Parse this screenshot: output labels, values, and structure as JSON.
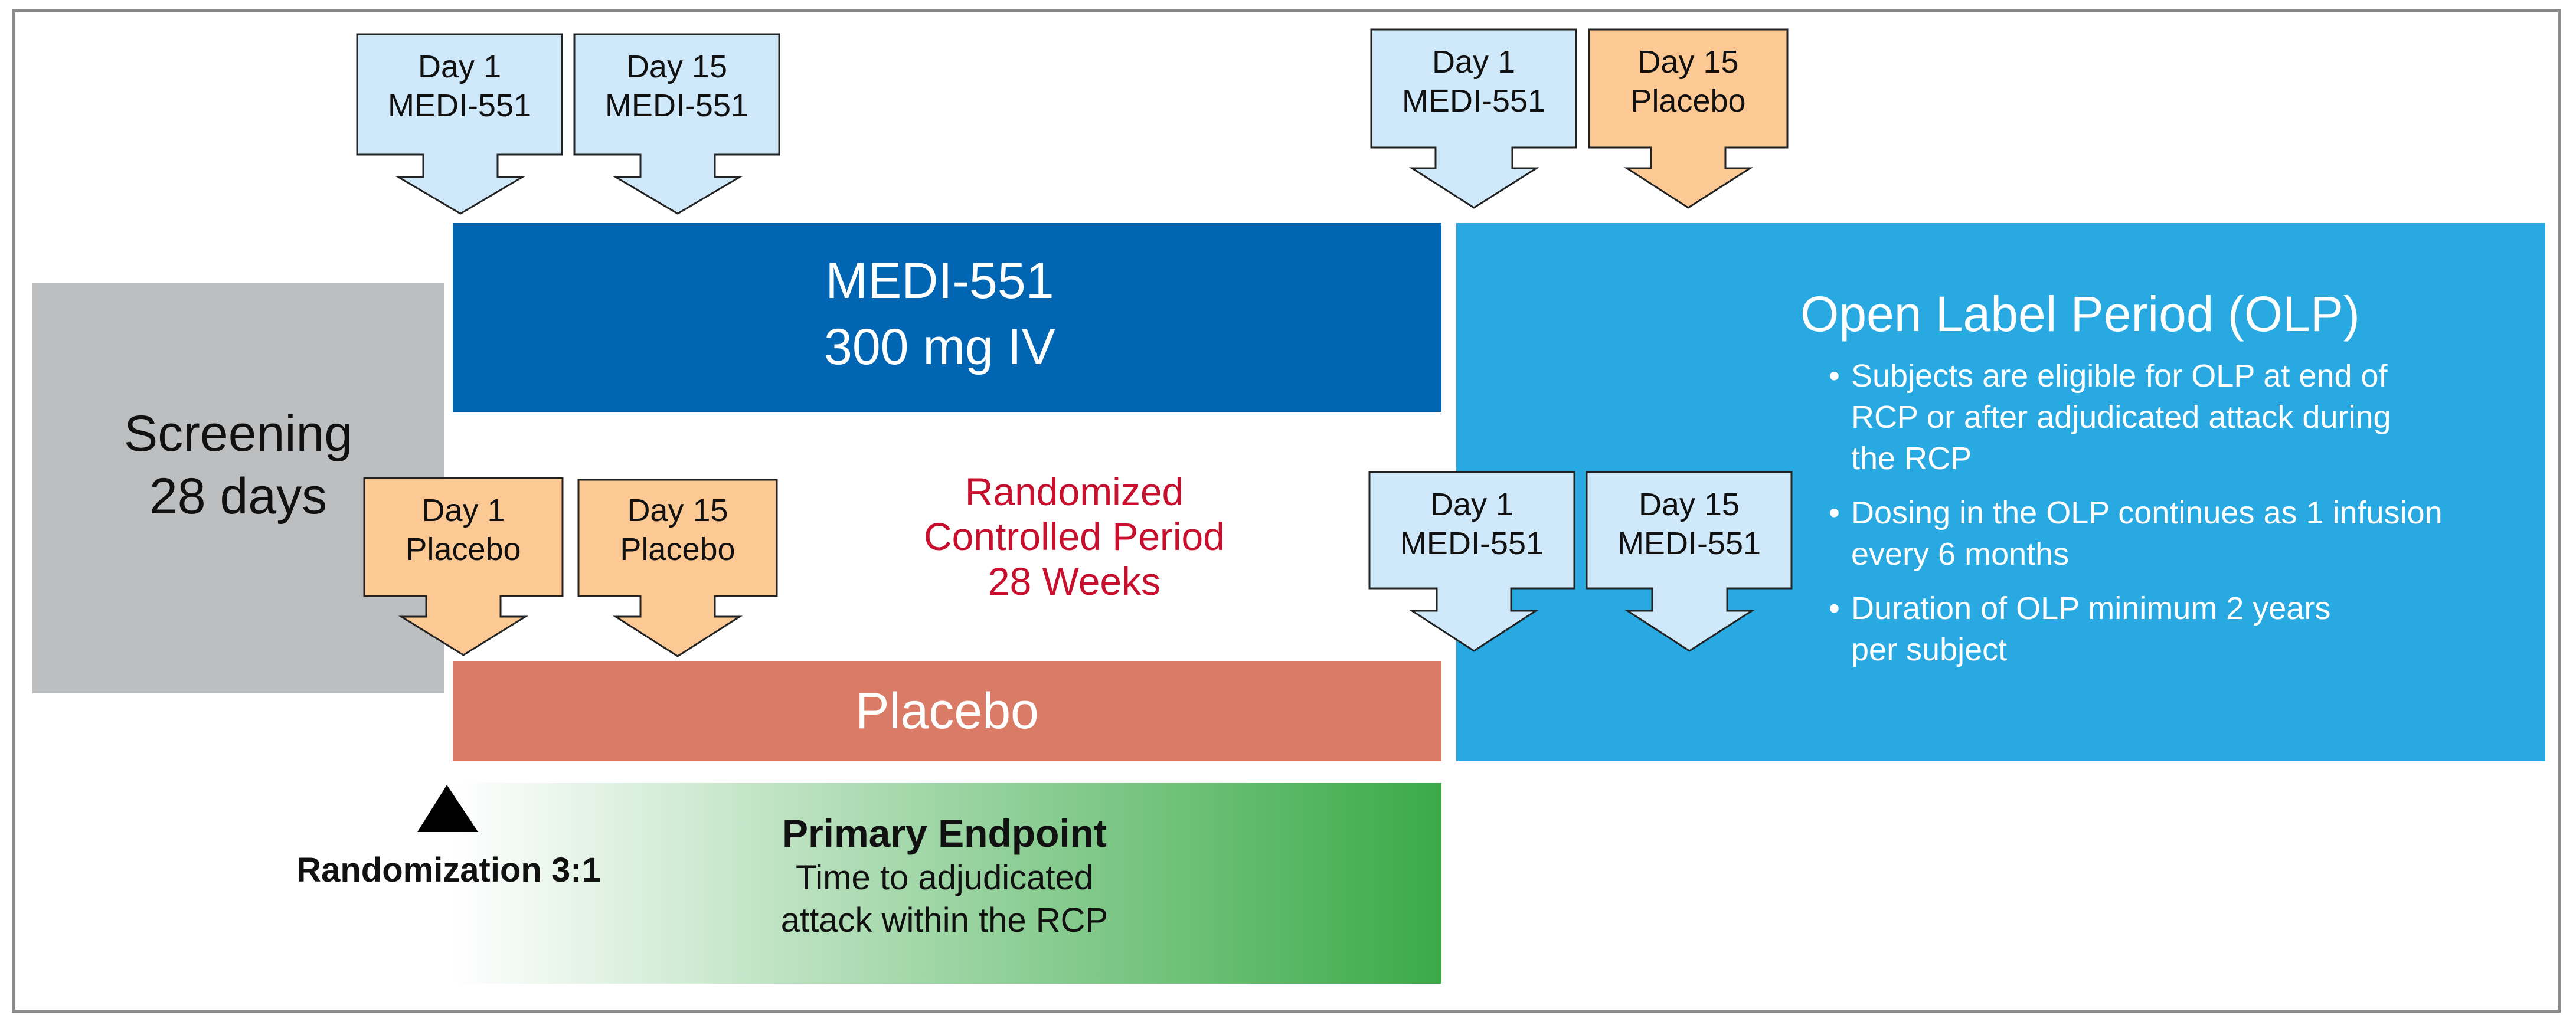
{
  "screening": {
    "line1": "Screening",
    "line2": "28 days"
  },
  "medi_arm": {
    "line1": "MEDI-551",
    "line2": "300 mg IV"
  },
  "placebo_arm": {
    "label": "Placebo"
  },
  "rcp": {
    "line1": "Randomized",
    "line2": "Controlled Period",
    "line3": "28 Weeks"
  },
  "randomization": {
    "label": "Randomization 3:1"
  },
  "endpoint": {
    "title": "Primary Endpoint",
    "line1": "Time to adjudicated",
    "line2": "attack within the RCP"
  },
  "olp": {
    "title": "Open Label Period (OLP)",
    "bullets": [
      {
        "line1": "Subjects are eligible for OLP at end of",
        "line2": "RCP or after adjudicated attack during",
        "line3": "the RCP"
      },
      {
        "line1": "Dosing in the OLP continues as 1 infusion",
        "line2": "every 6 months"
      },
      {
        "line1": "Duration of OLP minimum 2 years",
        "line2": "per subject"
      }
    ]
  },
  "callouts": [
    {
      "line1": "Day 1",
      "line2": "MEDI-551",
      "type": "drug"
    },
    {
      "line1": "Day 15",
      "line2": "MEDI-551",
      "type": "drug"
    },
    {
      "line1": "Day 1",
      "line2": "MEDI-551",
      "type": "drug"
    },
    {
      "line1": "Day 15",
      "line2": "Placebo",
      "type": "placebo"
    },
    {
      "line1": "Day 1",
      "line2": "Placebo",
      "type": "placebo"
    },
    {
      "line1": "Day 15",
      "line2": "Placebo",
      "type": "placebo"
    },
    {
      "line1": "Day 1",
      "line2": "MEDI-551",
      "type": "drug"
    },
    {
      "line1": "Day 15",
      "line2": "MEDI-551",
      "type": "drug"
    }
  ],
  "colors": {
    "screening": "#bdbebf",
    "medi_arm": "#0066b3",
    "placebo_arm": "#d97b66",
    "olp": "#29a9e1",
    "rcp_text": "#c8102e",
    "drug_callout": "#cfe9fb",
    "placebo_callout": "#fcc994",
    "endpoint_green": "#3aaa48"
  }
}
